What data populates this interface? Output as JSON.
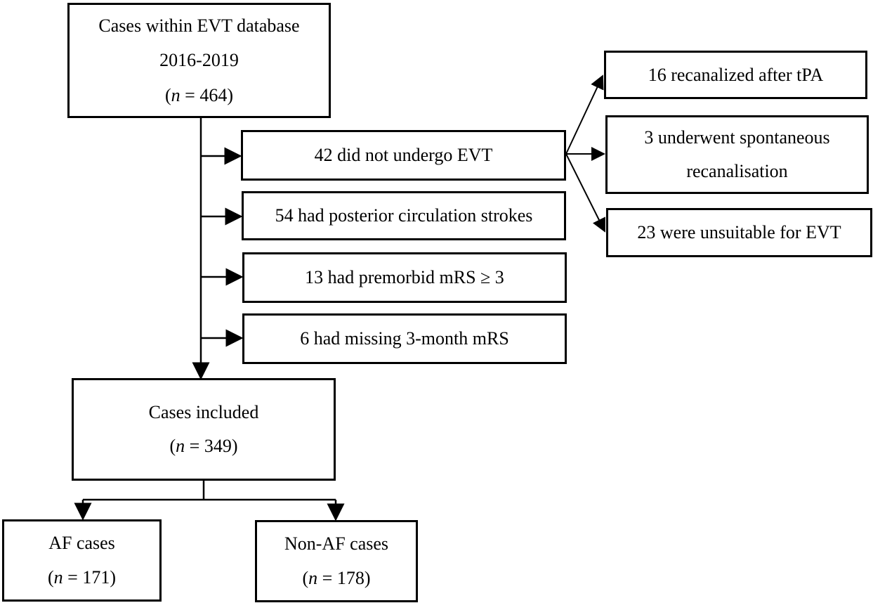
{
  "diagram": {
    "colors": {
      "stroke": "#000000",
      "background": "#ffffff"
    },
    "n_symbol": "n",
    "start": {
      "line1": "Cases within EVT database",
      "line2": "2016-2019",
      "count": "464"
    },
    "exclusions": [
      {
        "text": "42 did not undergo EVT"
      },
      {
        "text": "54 had posterior circulation strokes"
      },
      {
        "text": "13 had premorbid mRS ≥ 3"
      },
      {
        "text": "6 had missing 3-month mRS"
      }
    ],
    "no_evt_reasons": [
      {
        "text": "16 recanalized after tPA"
      },
      {
        "line1": "3 underwent spontaneous",
        "line2": "recanalisation"
      },
      {
        "text": "23 were unsuitable for EVT"
      }
    ],
    "included": {
      "line1": "Cases included",
      "count": "349"
    },
    "groups": [
      {
        "label": "AF cases",
        "count": "171"
      },
      {
        "label": "Non-AF cases",
        "count": "178"
      }
    ]
  }
}
